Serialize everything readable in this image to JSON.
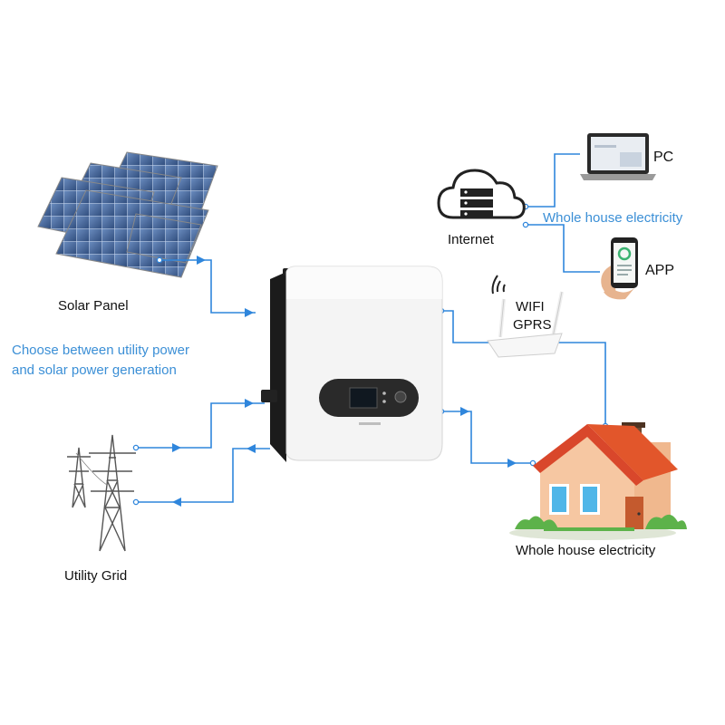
{
  "labels": {
    "solar_panel": "Solar Panel",
    "choose_line1": "Choose between utility power",
    "choose_line2": "and solar power generation",
    "utility_grid": "Utility Grid",
    "internet": "Internet",
    "pc": "PC",
    "app": "APP",
    "wifi": "WIFI",
    "gprs": "GPRS",
    "whole_house_top": "Whole house electricity",
    "whole_house_bottom": "Whole house electricity"
  },
  "colors": {
    "line": "#2f86dc",
    "note_text": "#3b8fd6",
    "inverter_body": "#f3f3f3",
    "inverter_side": "#1b1b1b",
    "roof": "#e2562b",
    "wall": "#f6c7a2",
    "window": "#4fb6e8",
    "panel": "#4a6fa5",
    "grass": "#5db24a"
  },
  "icons": [
    "solar-panel-icon",
    "utility-tower-icon",
    "inverter-device-icon",
    "cloud-server-icon",
    "laptop-icon",
    "smartphone-icon",
    "wifi-router-icon",
    "house-icon"
  ]
}
